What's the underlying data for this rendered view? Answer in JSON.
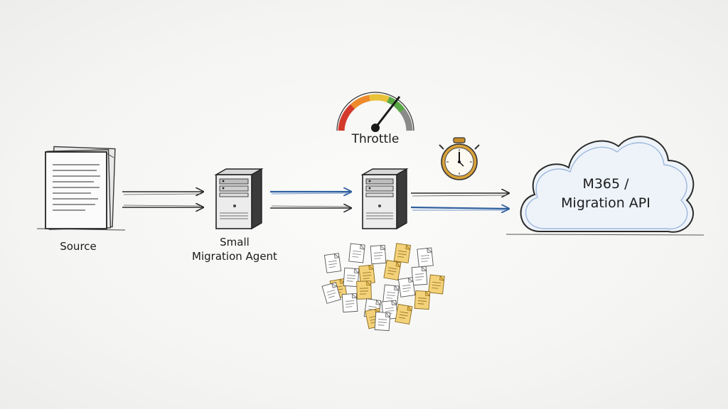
{
  "nodes": {
    "source": {
      "label": "Source"
    },
    "agent": {
      "line1": "Small",
      "line2": "Migration Agent"
    },
    "throttle": {
      "label": "Throttle"
    },
    "cloud": {
      "line1": "M365 /",
      "line2": "Migration API"
    }
  },
  "colors": {
    "ink": "#2a2a2a",
    "blue_stroke": "#3d6fb0",
    "cloud_fill": "#eef3fa",
    "gauge_red": "#d33a2c",
    "gauge_orange": "#ee8a2a",
    "gauge_yellow": "#e9c23a",
    "gauge_green": "#5aa845",
    "stopwatch_gold": "#d9a23a",
    "document_yellow": "#f3d27a"
  }
}
